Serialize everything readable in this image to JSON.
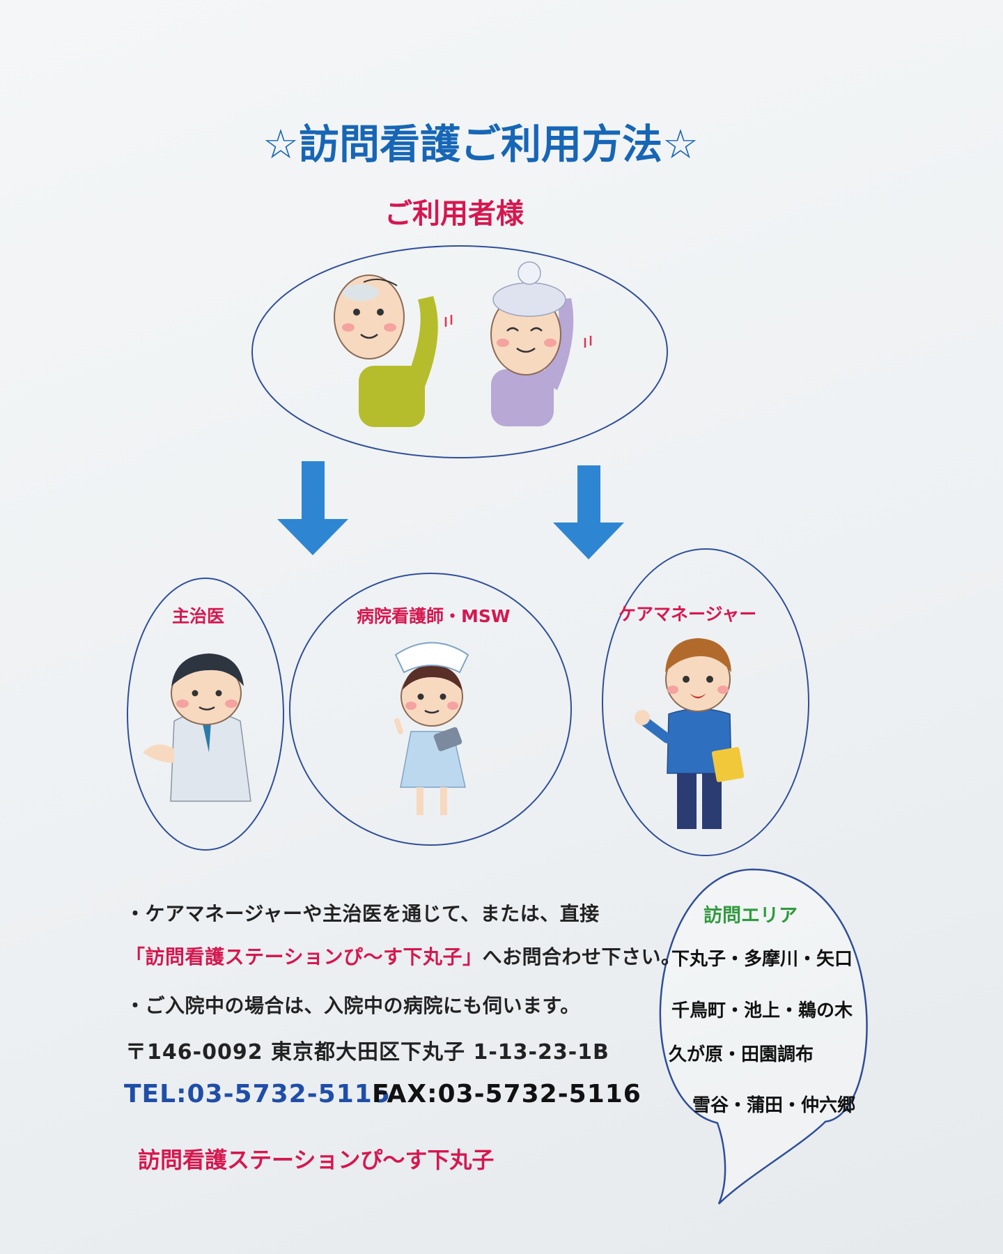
{
  "colors": {
    "title_blue": "#1766b6",
    "label_pink": "#d6174f",
    "tel_blue": "#1f4ea8",
    "arrow_blue": "#2e86d3",
    "circle_stroke": "#2f4e9a",
    "area_green": "#2f9a3e"
  },
  "title": "☆訪問看護ご利用方法☆",
  "users_label": "ご利用者様",
  "referrers": [
    {
      "label": "主治医",
      "icon": "doctor-icon"
    },
    {
      "label": "病院看護師・MSW",
      "icon": "nurse-icon"
    },
    {
      "label": "ケアマネージャー",
      "icon": "care-manager-icon"
    }
  ],
  "body": {
    "line1": "・ケアマネージャーや主治医を通じて、または、直接",
    "line2_station": "「訪問看護ステーションぴ～す下丸子」",
    "line2_rest": "へお問合わせ下さい。",
    "line3": "・ご入院中の場合は、入院中の病院にも伺います。"
  },
  "contact": {
    "address": "〒146-0092 東京都大田区下丸子 1-13-23-1B",
    "tel": "TEL:03-5732-5115",
    "fax": "FAX:03-5732-5116",
    "station_name": "訪問看護ステーションぴ～す下丸子"
  },
  "area": {
    "title": "訪問エリア",
    "lines": [
      "下丸子・多摩川・矢口",
      "千鳥町・池上・鵜の木",
      "久が原・田園調布",
      "雪谷・蒲田・仲六郷"
    ]
  }
}
